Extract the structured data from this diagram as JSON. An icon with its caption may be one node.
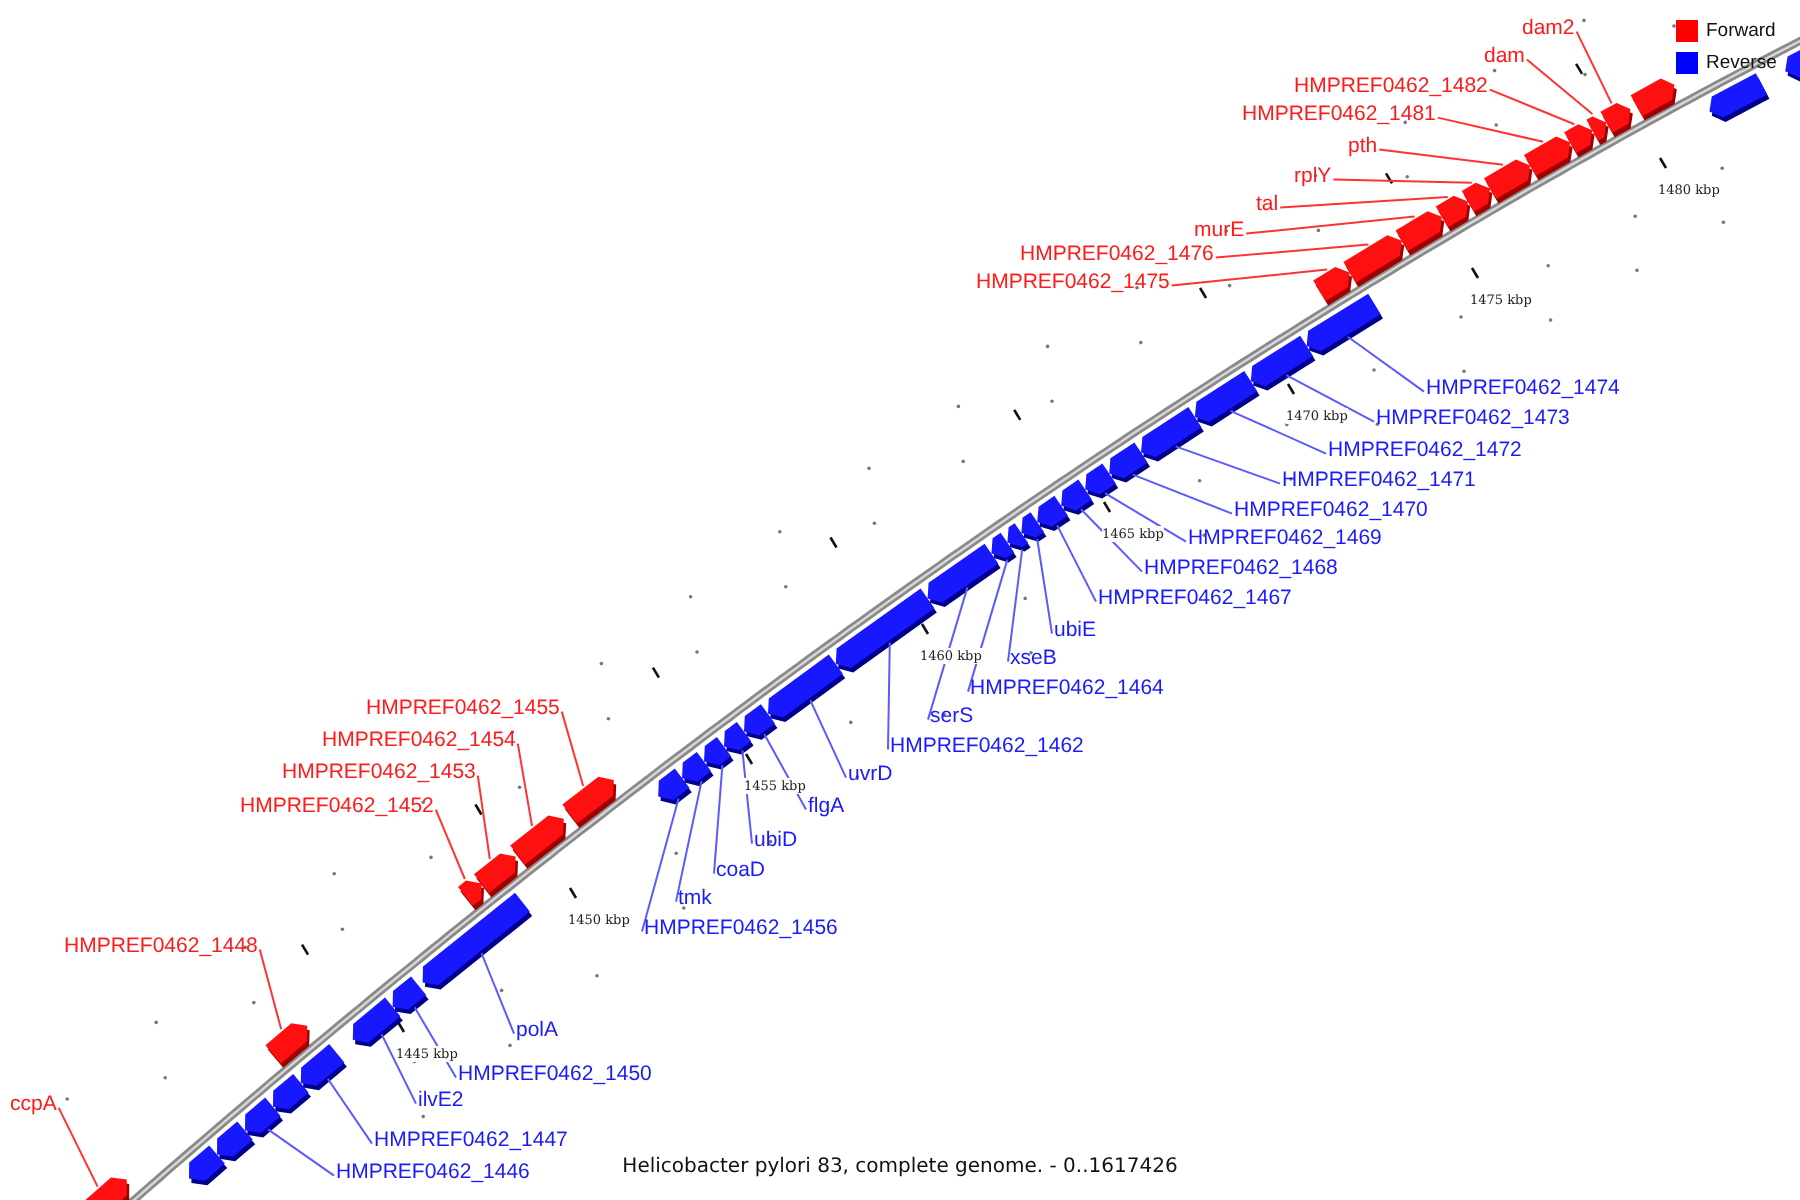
{
  "diagram": {
    "caption": "Helicobacter pylori 83, complete genome. - 0..1617426",
    "nodes": [
      {
        "text": [
          "ccpA"
        ]
      },
      {
        "text": [],
        "shape": "box"
      },
      {
        "text": [],
        "shape": "box"
      },
      {
        "text": [],
        "shape": "box"
      },
      {
        "text": [
          "HMPREF0462_1446"
        ]
      },
      {
        "text": [],
        "shape": "box"
      },
      {
        "text": [],
        "shape": "box"
      },
      {
        "text": [
          "HMPREF0462_1447"
        ]
      },
      {
        "text": [],
        "shape": "box"
      },
      {
        "text": [
          "HMPREF0462_1448"
        ]
      },
      {
        "text": [],
        "shape": "box"
      },
      {
        "text": [
          "ilvE2"
        ]
      },
      {
        "text": [],
        "shape": "box"
      },
      {
        "text": [
          "HMPREF0462_1450"
        ]
      },
      {
        "text": [],
        "shape": "box"
      },
      {
        "text": [
          "polA"
        ]
      },
      {
        "text": [],
        "shape": "box"
      },
      {
        "text": [
          "HMPREF0462_1452"
        ]
      },
      {
        "text": [],
        "shape": "box"
      },
      {
        "text": [
          "HMPREF0462_1453"
        ]
      },
      {
        "text": [],
        "shape": "box"
      },
      {
        "text": [
          "HMPREF0462_1454"
        ]
      },
      {
        "text": [],
        "shape": "box"
      },
      {
        "text": [
          "HMPREF0462_1455"
        ]
      },
      {
        "text": [],
        "shape": "box"
      },
      {
        "text": [
          "HMPREF0462_1456"
        ]
      },
      {
        "text": [],
        "shape": "box"
      },
      {
        "text": [
          "tmk"
        ]
      },
      {
        "text": [],
        "shape": "box"
      },
      {
        "text": [
          "coaD"
        ]
      },
      {
        "text": [],
        "shape": "box"
      },
      {
        "text": [
          "ubiD"
        ]
      },
      {
        "text": [],
        "shape": "box"
      },
      {
        "text": [
          "flgA"
        ]
      },
      {
        "text": [],
        "shape": "box"
      },
      {
        "text": [
          "uvrD"
        ]
      },
      {
        "text": [],
        "shape": "box"
      },
      {
        "text": [
          "HMPREF0462_1462"
        ]
      },
      {
        "text": [],
        "shape": "box"
      },
      {
        "text": [
          "serS"
        ]
      },
      {
        "text": [],
        "shape": "box"
      },
      {
        "text": [
          "HMPREF0462_1464"
        ]
      },
      {
        "text": [],
        "shape": "box"
      },
      {
        "text": [
          "xseB"
        ]
      },
      {
        "text": [],
        "shape": "box"
      },
      {
        "text": [
          "ubiE"
        ]
      },
      {
        "text": [],
        "shape": "box"
      },
      {
        "text": [
          "HMPREF0462_1467"
        ]
      },
      {
        "text": [],
        "shape": "box"
      },
      {
        "text": [
          "HMPREF0462_1468"
        ]
      },
      {
        "text": [],
        "shape": "box"
      },
      {
        "text": [
          "HMPREF0462_1469"
        ]
      },
      {
        "text": [],
        "shape": "box"
      },
      {
        "text": [
          "HMPREF0462_1470"
        ]
      },
      {
        "text": [],
        "shape": "box"
      },
      {
        "text": [
          "HMPREF0462_1471"
        ]
      },
      {
        "text": [],
        "shape": "box"
      },
      {
        "text": [
          "HMPREF0462_1472"
        ]
      },
      {
        "text": [],
        "shape": "box"
      },
      {
        "text": [
          "HMPREF0462_1473"
        ]
      },
      {
        "text": [],
        "shape": "box"
      },
      {
        "text": [
          "HMPREF0462_1474"
        ]
      },
      {
        "text": [],
        "shape": "box"
      },
      {
        "text": [
          "HMPREF0462_1475"
        ]
      },
      {
        "text": [],
        "shape": "box"
      },
      {
        "text": [
          "HMPREF0462_1476"
        ]
      },
      {
        "text": [],
        "shape": "box"
      },
      {
        "text": [
          "murE"
        ]
      },
      {
        "text": [],
        "shape": "box"
      },
      {
        "text": [
          "tal"
        ]
      },
      {
        "text": [],
        "shape": "box"
      },
      {
        "text": [
          "rplY"
        ]
      },
      {
        "text": [],
        "shape": "box"
      },
      {
        "text": [
          "pth"
        ]
      },
      {
        "text": [],
        "shape": "box"
      },
      {
        "text": [
          "HMPREF0462_1481"
        ]
      },
      {
        "text": [],
        "shape": "box"
      },
      {
        "text": [
          "HMPREF0462_1482"
        ]
      },
      {
        "text": [],
        "shape": "box"
      },
      {
        "text": [
          "dam"
        ]
      },
      {
        "text": [],
        "shape": "box"
      },
      {
        "text": [
          "dam2"
        ]
      },
      {
        "text": [],
        "shape": "box"
      },
      {
        "text": [],
        "shape": "box"
      },
      {
        "text": [],
        "shape": "box"
      },
      {
        "text": [],
        "shape": "box"
      }
    ],
    "edges": [
      {
        "from": 0,
        "to": 1,
        "arrow": "none",
        "color": "#ff3333"
      },
      {
        "from": 4,
        "to": 5,
        "arrow": "none"
      },
      {
        "from": 7,
        "to": 8,
        "arrow": "none"
      },
      {
        "from": 9,
        "to": 10,
        "arrow": "none",
        "color": "#ff3333"
      },
      {
        "from": 11,
        "to": 12,
        "arrow": "none"
      },
      {
        "from": 13,
        "to": 14,
        "arrow": "none"
      },
      {
        "from": 15,
        "to": 16,
        "arrow": "none"
      },
      {
        "from": 17,
        "to": 18,
        "arrow": "none",
        "color": "#ff3333"
      },
      {
        "from": 19,
        "to": 20,
        "arrow": "none",
        "color": "#ff3333"
      },
      {
        "from": 21,
        "to": 22,
        "arrow": "none",
        "color": "#ff3333"
      },
      {
        "from": 23,
        "to": 24,
        "arrow": "none",
        "color": "#ff3333"
      },
      {
        "from": 25,
        "to": 26,
        "arrow": "none"
      },
      {
        "from": 27,
        "to": 28,
        "arrow": "none"
      },
      {
        "from": 29,
        "to": 30,
        "arrow": "none"
      },
      {
        "from": 31,
        "to": 32,
        "arrow": "none"
      },
      {
        "from": 33,
        "to": 34,
        "arrow": "none"
      },
      {
        "from": 35,
        "to": 36,
        "arrow": "none"
      },
      {
        "from": 37,
        "to": 38,
        "arrow": "none"
      },
      {
        "from": 39,
        "to": 40,
        "arrow": "none"
      },
      {
        "from": 41,
        "to": 42,
        "arrow": "none"
      },
      {
        "from": 43,
        "to": 44,
        "arrow": "none"
      },
      {
        "from": 45,
        "to": 46,
        "arrow": "none"
      },
      {
        "from": 47,
        "to": 48,
        "arrow": "none"
      },
      {
        "from": 49,
        "to": 50,
        "arrow": "none"
      },
      {
        "from": 51,
        "to": 52,
        "arrow": "none"
      },
      {
        "from": 53,
        "to": 54,
        "arrow": "none"
      },
      {
        "from": 55,
        "to": 56,
        "arrow": "none"
      },
      {
        "from": 57,
        "to": 58,
        "arrow": "none"
      },
      {
        "from": 59,
        "to": 60,
        "arrow": "none"
      },
      {
        "from": 61,
        "to": 62,
        "arrow": "none"
      },
      {
        "from": 63,
        "to": 64,
        "arrow": "none",
        "color": "#ff3333"
      },
      {
        "from": 65,
        "to": 66,
        "arrow": "none",
        "color": "#ff3333"
      },
      {
        "from": 67,
        "to": 68,
        "arrow": "none",
        "color": "#ff3333"
      },
      {
        "from": 69,
        "to": 70,
        "arrow": "none",
        "color": "#ff3333"
      },
      {
        "from": 71,
        "to": 72,
        "arrow": "none",
        "color": "#ff3333"
      },
      {
        "from": 73,
        "to": 74,
        "arrow": "none",
        "color": "#ff3333"
      },
      {
        "from": 75,
        "to": 76,
        "arrow": "none",
        "color": "#ff3333"
      },
      {
        "from": 77,
        "to": 78,
        "arrow": "none",
        "color": "#ff3333"
      },
      {
        "from": 79,
        "to": 80,
        "arrow": "none",
        "color": "#ff3333"
      },
      {
        "from": 81,
        "to": 82,
        "arrow": "none",
        "color": "#ff3333"
      }
    ],
    "labels": [
      "1480 kbp",
      "1475 kbp",
      "1470 kbp",
      "1465 kbp",
      "1460 kbp",
      "1455 kbp",
      "1450 kbp",
      "1445 kbp"
    ],
    "legend": [
      {
        "text": "Forward",
        "color": "#ff0000"
      },
      {
        "text": "Reverse",
        "color": "#0000ff"
      }
    ]
  }
}
